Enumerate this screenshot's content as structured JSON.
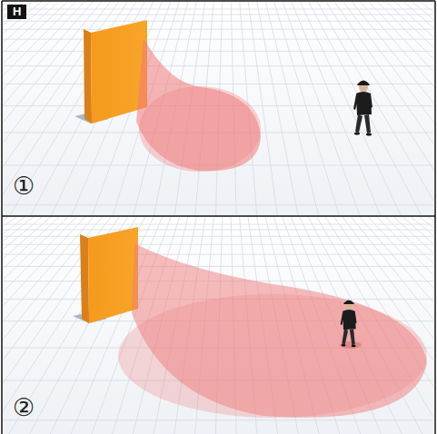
{
  "diagram": {
    "labels": [
      "H",
      "①",
      "②"
    ]
  }
}
